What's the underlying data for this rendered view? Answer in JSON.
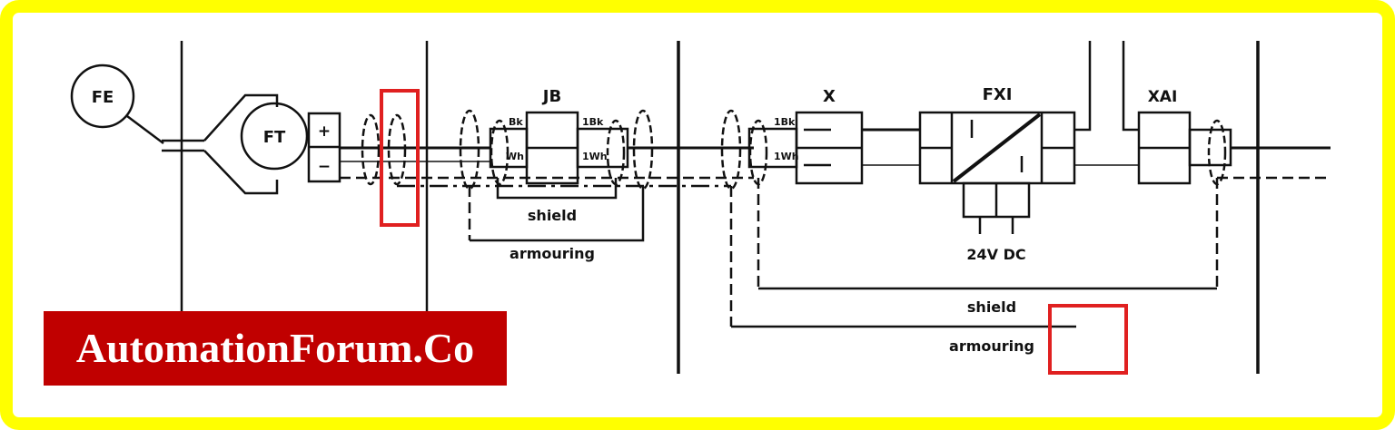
{
  "labels": {
    "fe": "FE",
    "ft": "FT",
    "plus": "+",
    "minus": "−",
    "jb": "JB",
    "jb_in_bk": "Bk",
    "jb_in_wh": "Wh",
    "jb_out_bk": "1Bk",
    "jb_out_wh": "1Wh",
    "x": "X",
    "x_bk": "1Bk",
    "x_wh": "1Wh",
    "fxi": "FXI",
    "xai": "XAI",
    "supply": "24V DC",
    "shield_1": "shield",
    "armouring_1": "armouring",
    "shield_2": "shield",
    "armouring_2": "armouring"
  },
  "brand": "AutomationForum.Co",
  "colors": {
    "border": "#ffff00",
    "highlight": "#e02020",
    "brand_bg": "#c00000"
  }
}
